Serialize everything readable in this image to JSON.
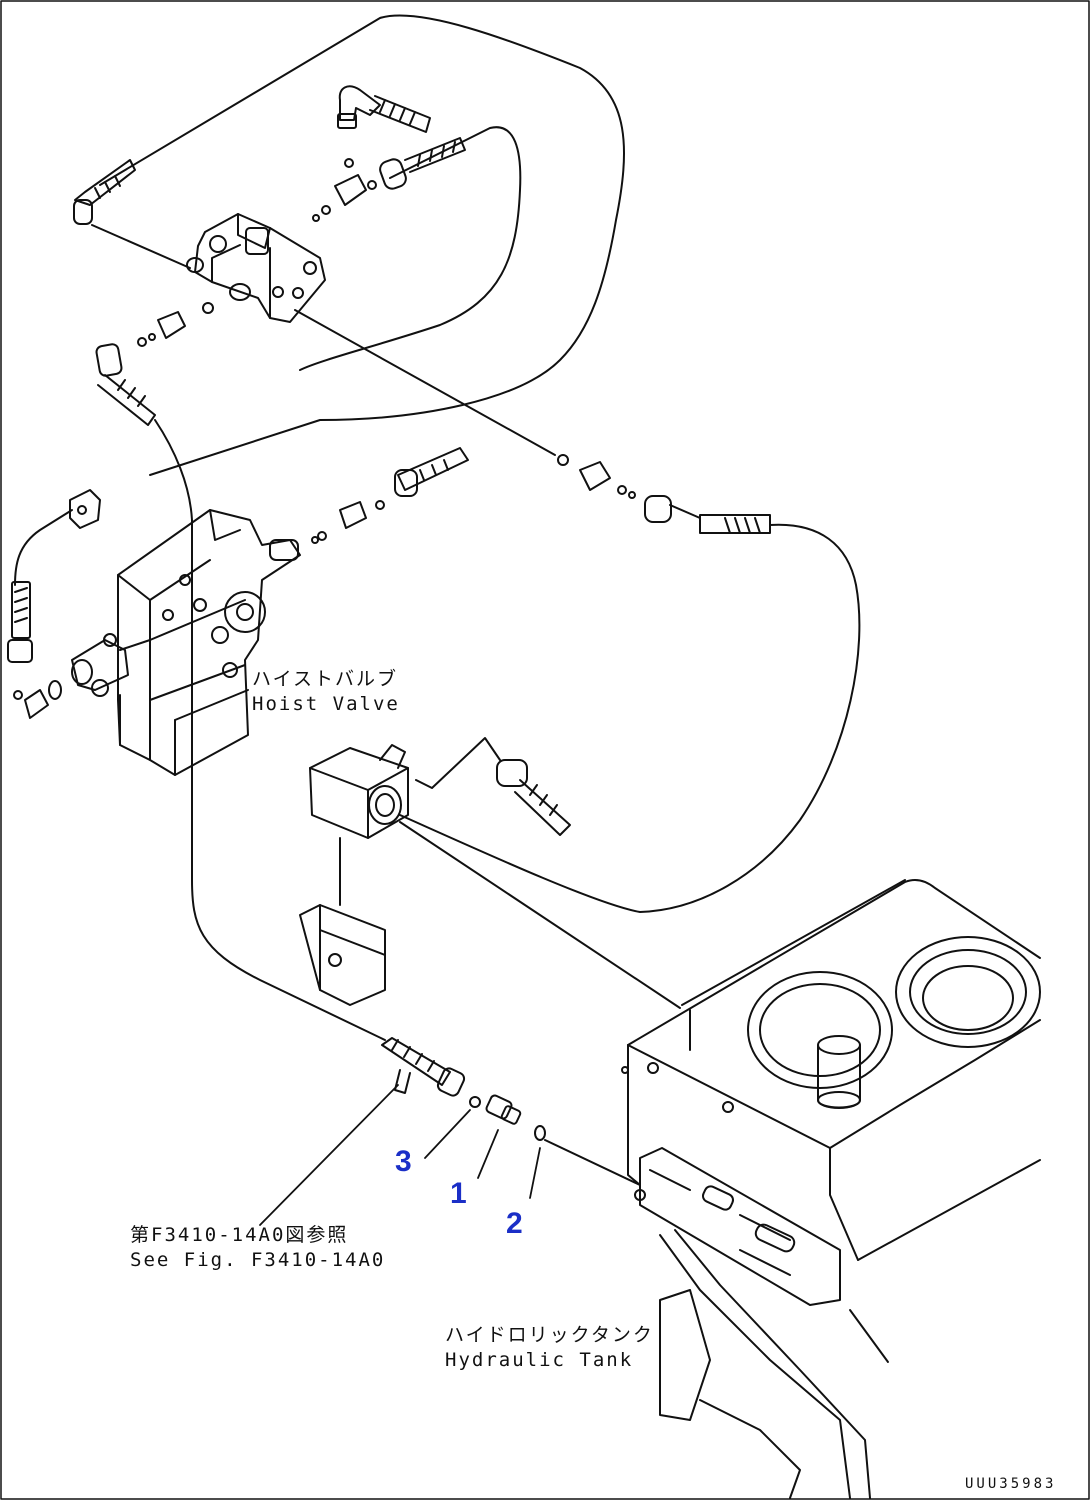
{
  "labels": {
    "hoist_valve_jp": "ハイストバルブ",
    "hoist_valve_en": "Hoist Valve",
    "see_fig_jp": "第F3410-14A0図参照",
    "see_fig_en": "See Fig. F3410-14A0",
    "hydraulic_tank_jp": "ハイドロリックタンク",
    "hydraulic_tank_en": "Hydraulic Tank"
  },
  "callouts": [
    "3",
    "1",
    "2"
  ],
  "drawing_number": "UUU35983",
  "colors": {
    "line": "#111111",
    "callout": "#1b2fc7",
    "background": "#ffffff"
  }
}
